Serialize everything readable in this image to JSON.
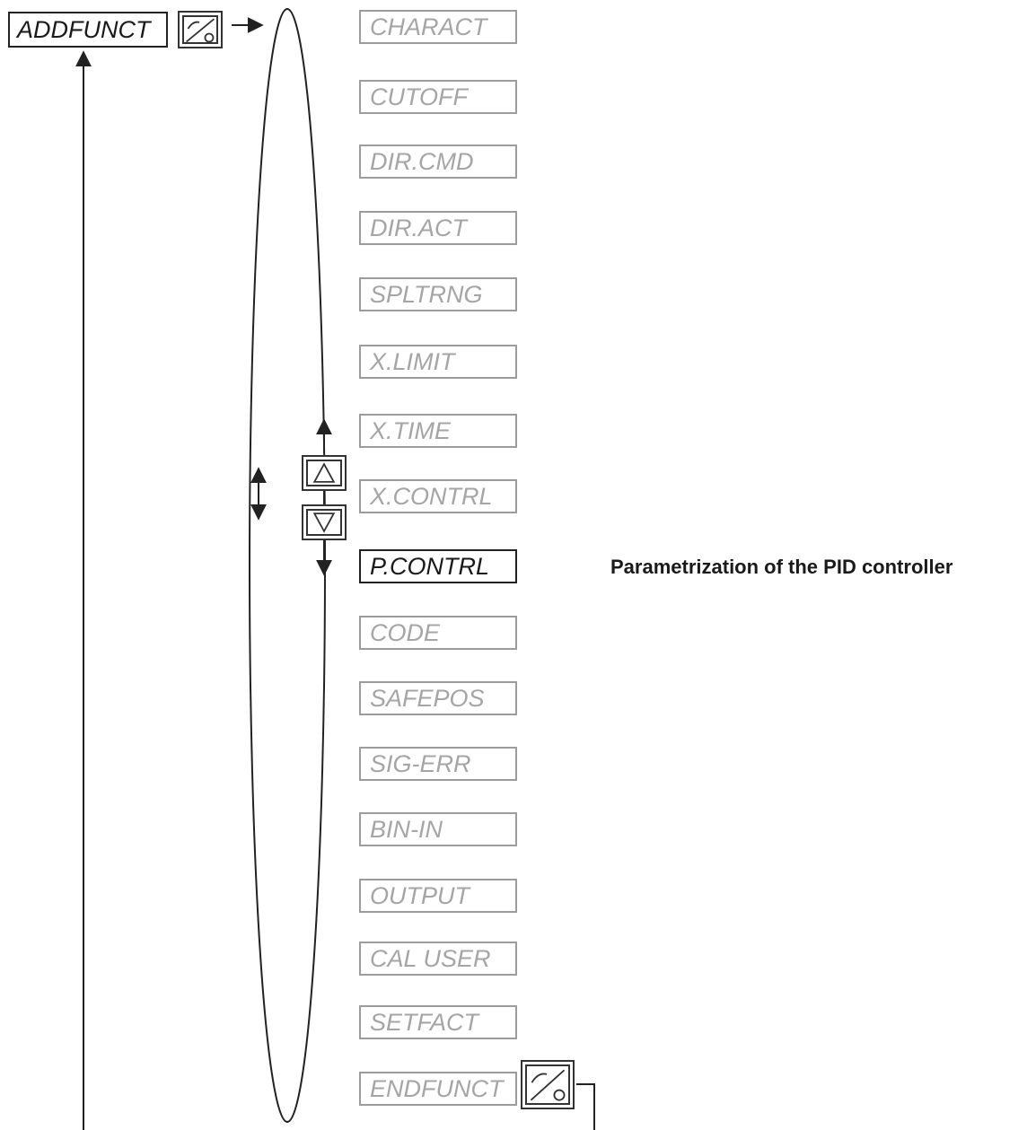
{
  "root_menu": {
    "label": "ADDFUNCT"
  },
  "submenu_items": [
    {
      "label": "CHARACT",
      "active": false
    },
    {
      "label": "CUTOFF",
      "active": false
    },
    {
      "label": "DIR.CMD",
      "active": false
    },
    {
      "label": "DIR.ACT",
      "active": false
    },
    {
      "label": "SPLTRNG",
      "active": false
    },
    {
      "label": "X.LIMIT",
      "active": false
    },
    {
      "label": "X.TIME",
      "active": false
    },
    {
      "label": "X.CONTRL",
      "active": false
    },
    {
      "label": "P.CONTRL",
      "active": true
    },
    {
      "label": "CODE",
      "active": false
    },
    {
      "label": "SAFEPOS",
      "active": false
    },
    {
      "label": "SIG-ERR",
      "active": false
    },
    {
      "label": "BIN-IN",
      "active": false
    },
    {
      "label": "OUTPUT",
      "active": false
    },
    {
      "label": "CAL USER",
      "active": false
    },
    {
      "label": "SETFACT",
      "active": false
    },
    {
      "label": "ENDFUNCT",
      "active": false
    }
  ],
  "annotation": {
    "text": "Parametrization of the PID controller"
  },
  "keys": {
    "enter_key_icon": "hand-enter-key-icon",
    "up_key_icon": "up-arrow-key-icon",
    "down_key_icon": "down-arrow-key-icon"
  }
}
